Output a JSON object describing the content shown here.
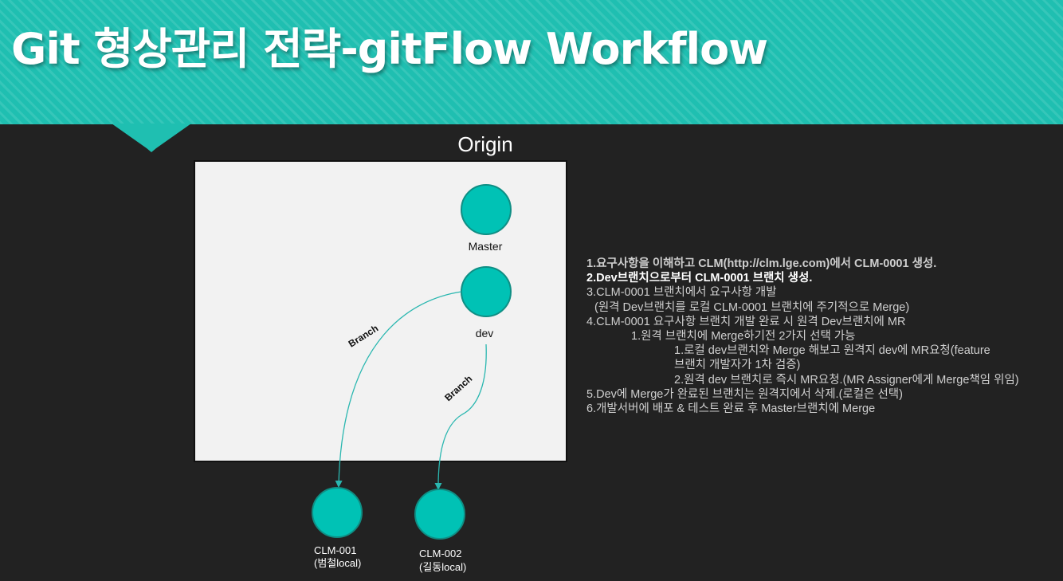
{
  "slide": {
    "title": "Git 형상관리 전략-gitFlow Workflow"
  },
  "diagram": {
    "origin_label": "Origin",
    "nodes": {
      "master": "Master",
      "dev": "dev",
      "clm001_id": "CLM-001",
      "clm001_owner": "(범철local)",
      "clm002_id": "CLM-002",
      "clm002_owner": "(길동local)"
    },
    "edges": {
      "branch_1": "Branch",
      "branch_2": "Branch"
    },
    "colors": {
      "node_fill": "#00c2b5",
      "node_stroke": "#0f8e84",
      "arrow": "#2ab7b0",
      "box_fill": "#f2f2f2",
      "accent": "#1fbfb1"
    }
  },
  "steps": {
    "s1": "1.요구사항을 이해하고 CLM(http://clm.lge.com)에서 CLM-0001 생성.",
    "s2": "2.Dev브랜치으로부터 CLM-0001 브랜치 생성.",
    "s3": "3.CLM-0001 브랜치에서 요구사항 개발",
    "s3_sub": "(원격 Dev브랜치를 로컬 CLM-0001 브랜치에 주기적으로 Merge)",
    "s4": "4.CLM-0001 요구사항 브랜치 개발 완료 시 원격 Dev브랜치에 MR",
    "s4_1": "1.원격 브랜치에 Merge하기전 2가지 선택 가능",
    "s4_1_1a": "1.로컬 dev브랜치와 Merge 해보고 원격지 dev에 MR요청(feature",
    "s4_1_1b": "브랜치 개발자가 1차 검증)",
    "s4_1_2": "2.원격 dev 브랜치로 즉시 MR요청.(MR Assigner에게 Merge책임 위임)",
    "s5": "5.Dev에 Merge가 완료된 브랜치는 원격지에서 삭제.(로컬은 선택)",
    "s6": "6.개발서버에 배포 & 테스트 완료 후 Master브랜치에 Merge"
  }
}
